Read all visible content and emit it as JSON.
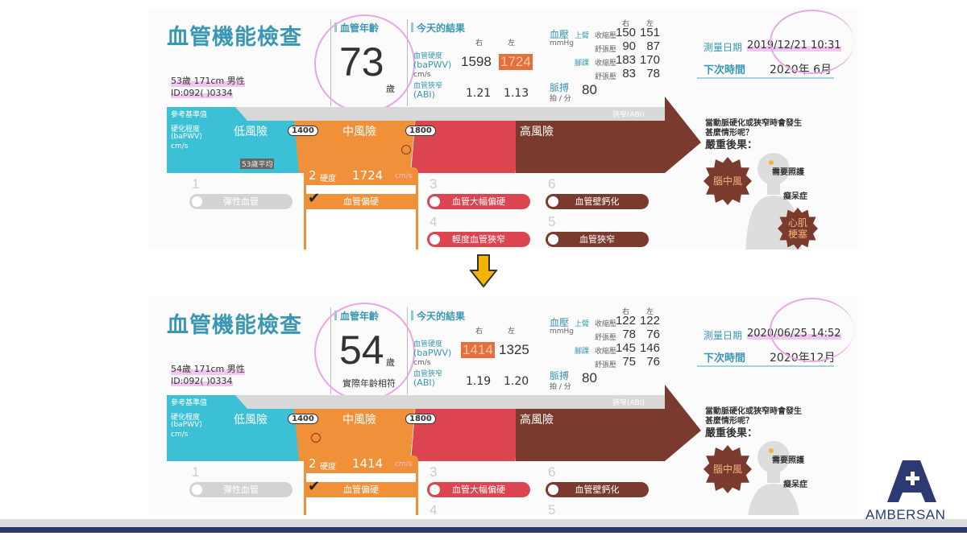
{
  "colors": {
    "teal": "#3bc0d6",
    "orange": "#f0913a",
    "red": "#dc4450",
    "brown": "#7a3b2e",
    "gray": "#d3d3d3",
    "highlight": "#e26f3c",
    "brand": "#2b3a72",
    "arrow": "#f5b400"
  },
  "reports": {
    "before": {
      "title": "血管機能檢查",
      "patient": {
        "info": "53歲 171cm 男性",
        "id": "ID:092( )0334"
      },
      "vascular_age": {
        "label": "血管年齡",
        "value": "73",
        "unit": "歲",
        "note": ""
      },
      "results": {
        "label": "今天的結果",
        "col_right": "右",
        "col_left": "左",
        "bapwv": {
          "label": "血管硬度",
          "code": "(baPWV)",
          "unit": "cm/s",
          "right": "1598",
          "left": "1724",
          "highlighted": "left"
        },
        "abi": {
          "label": "血管狹窄",
          "code": "(ABI)",
          "right": "1.21",
          "left": "1.13"
        }
      },
      "bp": {
        "label": "血壓",
        "unit": "mmHg",
        "col_right": "右",
        "col_left": "左",
        "arm": "上臂",
        "ankle": "腳踝",
        "rows": [
          {
            "type": "收縮壓",
            "right": "150",
            "left": "151"
          },
          {
            "type": "舒張壓",
            "right": "90",
            "left": "87"
          },
          {
            "type": "收縮壓",
            "right": "183",
            "left": "170"
          },
          {
            "type": "舒張壓",
            "right": "83",
            "left": "78"
          }
        ]
      },
      "pulse": {
        "label": "脈搏",
        "unit": "拍 / 分",
        "value": "80"
      },
      "date": {
        "label": "測量日期",
        "value": "2019/12/21 10:31"
      },
      "next": {
        "label": "下次時間",
        "value": "2020年 6月"
      },
      "scale": {
        "ref_label": "參考基準值",
        "metric_label": "硬化程度",
        "metric_code": "(baPWV)",
        "metric_unit": "cm/s",
        "abi_label": "狹窄(ABI)",
        "segments": [
          "低風險",
          "中風險",
          "高風險"
        ],
        "thresholds": [
          "1400",
          "1800"
        ],
        "avg_marker": "53歲平均",
        "marker_value": 1724
      },
      "stages": [
        {
          "num": "1",
          "label": "彈性血管"
        },
        {
          "num": "2",
          "label": "血管偏硬",
          "detail": "硬度",
          "value": "1724",
          "unit": "cm/s",
          "checked": true
        },
        {
          "num": "3",
          "label": "血管大幅偏硬"
        },
        {
          "num": "4",
          "label": "輕度血管狹窄"
        },
        {
          "num": "6",
          "label": "血管壁鈣化"
        },
        {
          "num": "5",
          "label": "血管狹窄"
        }
      ],
      "consequences": {
        "question1": "當動脈硬化或狹窄時會發生",
        "question2": "甚麼情形呢？",
        "title": "嚴重後果：",
        "items": [
          "腦中風",
          "需要照護",
          "癡呆症",
          "心肌梗塞"
        ]
      }
    },
    "after": {
      "title": "血管機能檢查",
      "patient": {
        "info": "54歲 171cm 男性",
        "id": "ID:092( )0334"
      },
      "vascular_age": {
        "label": "血管年齡",
        "value": "54",
        "unit": "歲",
        "note": "實際年齡相符"
      },
      "results": {
        "label": "今天的結果",
        "col_right": "右",
        "col_left": "左",
        "bapwv": {
          "label": "血管硬度",
          "code": "(baPWV)",
          "unit": "cm/s",
          "right": "1414",
          "left": "1325",
          "highlighted": "right"
        },
        "abi": {
          "label": "血管狹窄",
          "code": "(ABI)",
          "right": "1.19",
          "left": "1.20"
        }
      },
      "bp": {
        "label": "血壓",
        "unit": "mmHg",
        "col_right": "右",
        "col_left": "左",
        "arm": "上臂",
        "ankle": "腳踝",
        "rows": [
          {
            "type": "收縮壓",
            "right": "122",
            "left": "122"
          },
          {
            "type": "舒張壓",
            "right": "78",
            "left": "76"
          },
          {
            "type": "收縮壓",
            "right": "145",
            "left": "146"
          },
          {
            "type": "舒張壓",
            "right": "75",
            "left": "76"
          }
        ]
      },
      "pulse": {
        "label": "脈搏",
        "unit": "拍 / 分",
        "value": "80"
      },
      "date": {
        "label": "測量日期",
        "value": "2020/06/25 14:52"
      },
      "next": {
        "label": "下次時間",
        "value": "2020年12月"
      },
      "scale": {
        "ref_label": "參考基準值",
        "metric_label": "硬化程度",
        "metric_code": "(baPWV)",
        "metric_unit": "cm/s",
        "abi_label": "狹窄(ABI)",
        "segments": [
          "低風險",
          "中風險",
          "高風險"
        ],
        "thresholds": [
          "1400",
          "1800"
        ],
        "avg_marker": "",
        "marker_value": 1414
      },
      "stages": [
        {
          "num": "1",
          "label": "彈性血管"
        },
        {
          "num": "2",
          "label": "血管偏硬",
          "detail": "硬度",
          "value": "1414",
          "unit": "cm/s",
          "checked": true
        },
        {
          "num": "3",
          "label": "血管大幅偏硬"
        },
        {
          "num": "4",
          "label": ""
        },
        {
          "num": "6",
          "label": "血管壁鈣化"
        },
        {
          "num": "5",
          "label": ""
        }
      ],
      "consequences": {
        "question1": "當動脈硬化或狹窄時會發生",
        "question2": "甚麼情形呢？",
        "title": "嚴重後果：",
        "items": [
          "腦中風",
          "需要照護",
          "癡呆症",
          ""
        ]
      }
    }
  },
  "transition_icon": "arrow-down-icon",
  "logo": {
    "text": "AMBERSAN",
    "icon": "a-plus-logo-icon"
  }
}
